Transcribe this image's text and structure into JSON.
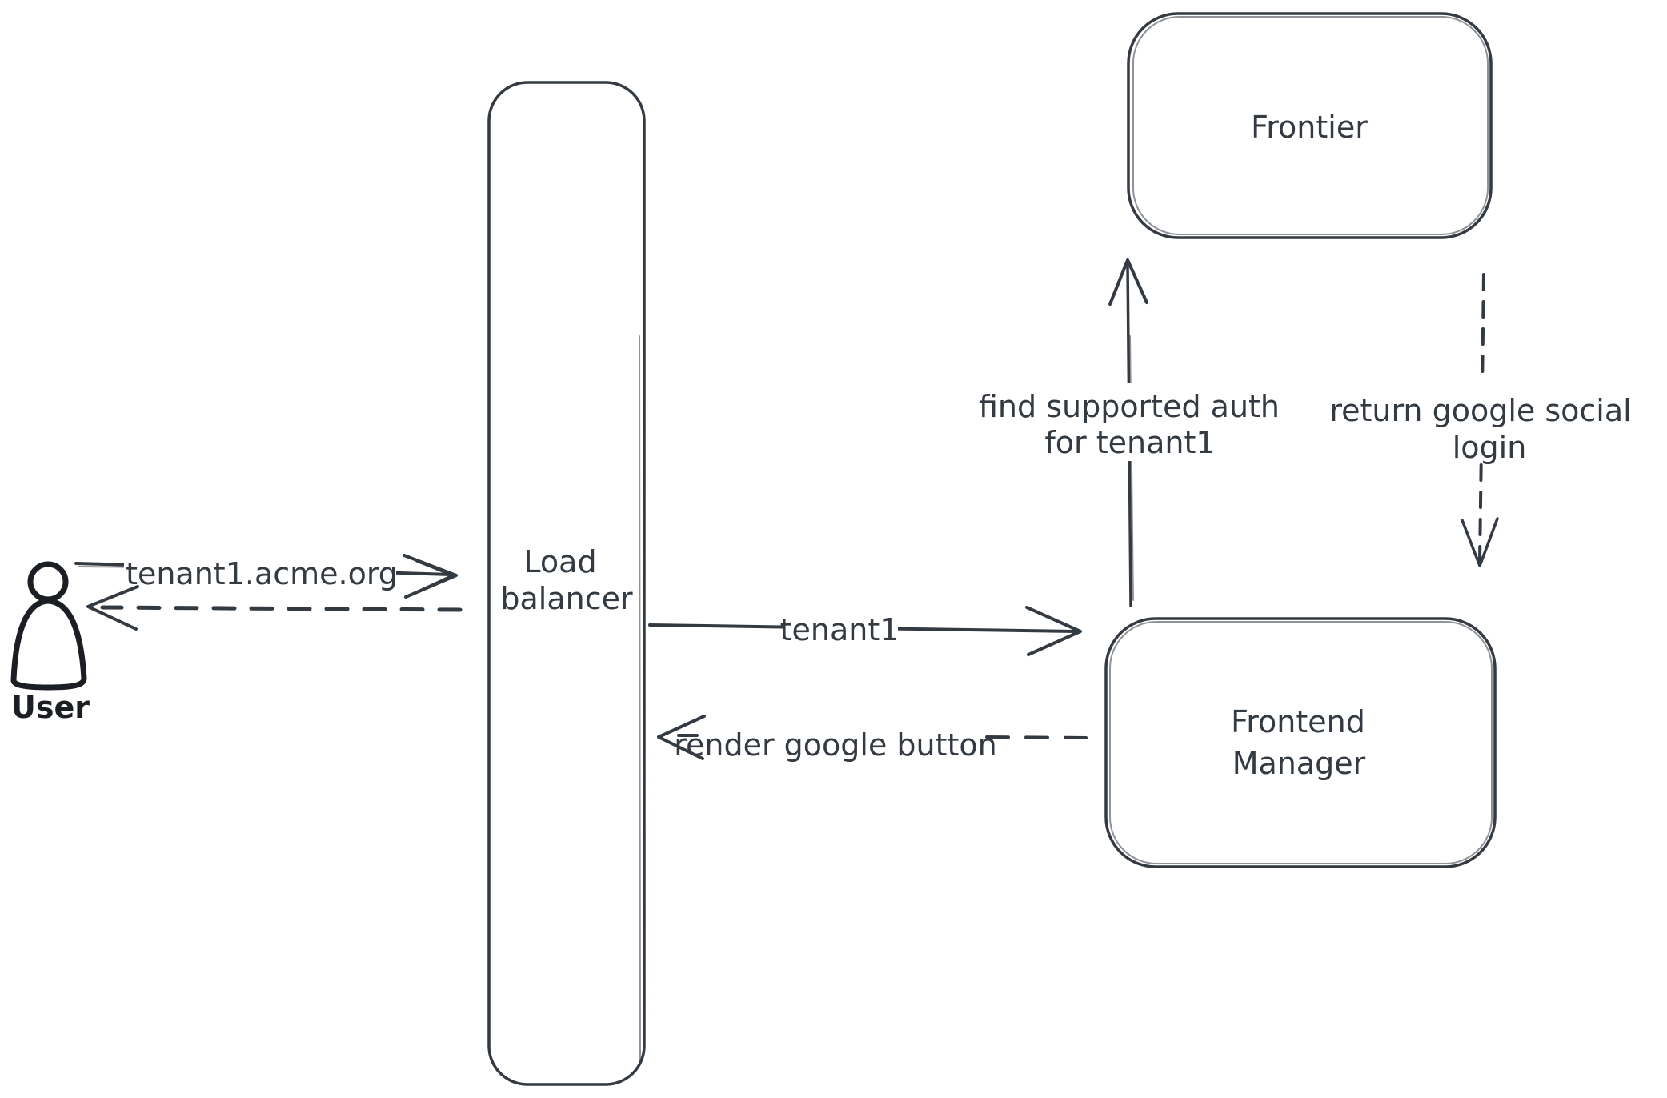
{
  "colors": {
    "ink": "#343a42",
    "ink_heavy": "#1b1f24",
    "background": "#ffffff",
    "hatch": "#ccd3db"
  },
  "nodes": {
    "user": {
      "label": "User"
    },
    "load_balancer": {
      "line1": "Load",
      "line2": "balancer"
    },
    "frontier": {
      "label": "Frontier"
    },
    "frontend_manager": {
      "line1": "Frontend",
      "line2": "Manager"
    }
  },
  "edges": {
    "request": {
      "label": "tenant1.acme.org",
      "style": "solid"
    },
    "response_to_user": {
      "label": "",
      "style": "dashed"
    },
    "tenant1": {
      "label": "tenant1",
      "style": "solid"
    },
    "render_google_button": {
      "label": "render google button",
      "style": "dashed"
    },
    "find_auth": {
      "line1": "find supported auth",
      "line2": "for tenant1",
      "style": "solid"
    },
    "return_google": {
      "line1": "return google social",
      "line2": "login",
      "style": "dashed"
    }
  }
}
